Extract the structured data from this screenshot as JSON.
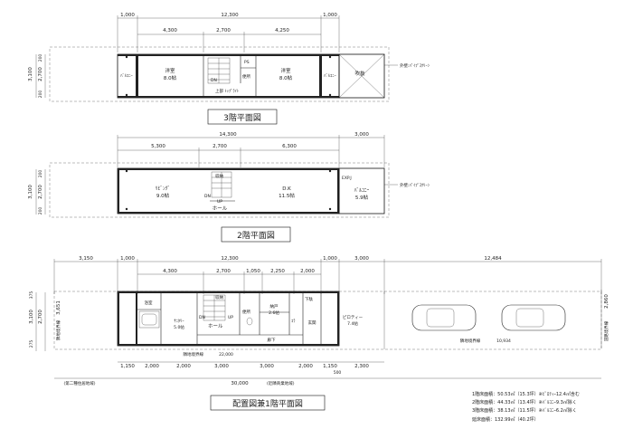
{
  "floor3": {
    "title": "3階平面図",
    "dims_top": [
      "1,000",
      "12,300",
      "1,000"
    ],
    "dims_sub": [
      "4,300",
      "2,700",
      "4,250"
    ],
    "dims_left": [
      "3,100",
      "2,700",
      "200",
      "200"
    ],
    "rooms": {
      "balcony_left": "ﾊﾞﾙｺﾆｰ",
      "western_left": "洋室",
      "western_left_size": "8.0帖",
      "dn": "DN",
      "ps": "PS",
      "toilet": "便所",
      "western_right": "洋室",
      "western_right_size": "8.0帖",
      "balcony_right": "ﾊﾞﾙｺﾆｰ",
      "void": "吹抜",
      "note_top_light": "上部 ﾄｯﾌﾟﾗｲﾄ",
      "outer_wall": "外壁:ﾊﾟｲﾌﾟｽｸﾘｰﾝ"
    }
  },
  "floor2": {
    "title": "2階平面図",
    "dims_top": [
      "14,300",
      "3,000"
    ],
    "dims_sub": [
      "5,300",
      "2,700",
      "6,300"
    ],
    "dims_left": [
      "3,100",
      "2,700",
      "200",
      "200"
    ],
    "rooms": {
      "living": "ﾘﾋﾞﾝｸﾞ",
      "living_size": "9.0帖",
      "storage": "収納",
      "dn": "DN",
      "up": "UP",
      "hall": "ホール",
      "dk": "D.K",
      "dk_size": "11.5帖",
      "exp": "EXP.J",
      "balcony": "ﾊﾞﾙｺﾆｰ",
      "balcony_size": "5.9帖",
      "outer_wall": "外壁:ﾊﾟｲﾌﾟｽｸﾘｰﾝ"
    }
  },
  "floor1": {
    "title": "配置図兼1階平面図",
    "dims_top": [
      "3,150",
      "1,000",
      "12,300",
      "1,000",
      "3,000",
      "12,484"
    ],
    "dims_sub": [
      "4,300",
      "2,700",
      "1,050",
      "2,250",
      "2,000"
    ],
    "dims_left": [
      "375",
      "3,100",
      "2,700",
      "275",
      "3,651",
      "隣地境界線"
    ],
    "dims_right": [
      "道路境界線",
      "2,860"
    ],
    "dims_bottom": [
      "1,150",
      "2,000",
      "2,000",
      "3,000",
      "3,000",
      "2,000",
      "1,150",
      "2,300"
    ],
    "total": "30,000",
    "total_note": "(近隣商業地域)",
    "boundary": "隣地境界線",
    "boundary_dim": "22,000",
    "boundary_right": "隣地境界線",
    "boundary_right_dim": "10,934",
    "zone_left": "(第二種住居地域)",
    "dim_500": "500",
    "rooms": {
      "bath": "浴室",
      "sanitary": "ｻﾆﾀﾘｰ",
      "sanitary_size": "5.0帖",
      "hall": "ホール",
      "dn": "DN",
      "up": "UP",
      "storage": "収納",
      "toilet": "便所",
      "closet": "納戸",
      "closet_size": "2.6帖",
      "corridor": "廊下",
      "shoes": "下駄",
      "entrance": "玄関",
      "piloti": "ピロティー",
      "piloti_size": "7.4帖",
      "kura": "ｺﾗ"
    },
    "areas": [
      "1階床面積：50.53㎡（15.3坪）※ﾋﾟﾛﾃｨｰ12.4㎡含む",
      "2階床面積：44.33㎡（13.4坪）※ﾊﾞﾙｺﾆｰ9.3㎡除く",
      "3階床面積：38.13㎡（11.5坪）※ﾊﾞﾙｺﾆｰ6.2㎡除く",
      "延床面積：132.99㎡（40.2坪）"
    ]
  }
}
